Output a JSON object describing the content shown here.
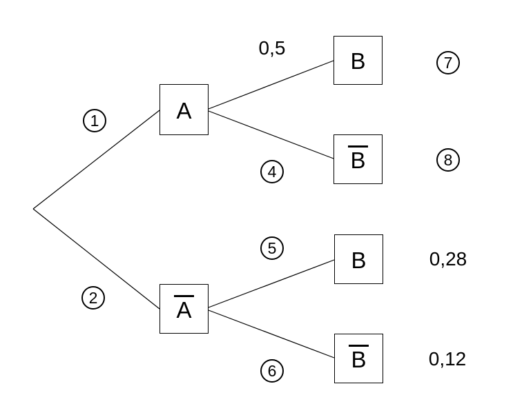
{
  "diagram": {
    "kind": "probability-tree",
    "background_color": "#ffffff",
    "line_color": "#000000",
    "text_color": "#000000"
  },
  "tree": {
    "level1": [
      {
        "label": "A",
        "bar": false,
        "branch_label": "1",
        "branch_label_circled": true
      },
      {
        "label": "A",
        "bar": true,
        "branch_label": "2",
        "branch_label_circled": true
      }
    ],
    "level2": [
      {
        "parent": "A",
        "label": "B",
        "bar": false,
        "branch_label": "0,5",
        "branch_label_circled": false,
        "outcome_label": "7",
        "outcome_label_circled": true
      },
      {
        "parent": "A",
        "label": "B",
        "bar": true,
        "branch_label": "4",
        "branch_label_circled": true,
        "outcome_label": "8",
        "outcome_label_circled": true
      },
      {
        "parent": "Abar",
        "label": "B",
        "bar": false,
        "branch_label": "5",
        "branch_label_circled": true,
        "outcome_label": "0,28",
        "outcome_label_circled": false
      },
      {
        "parent": "Abar",
        "label": "B",
        "bar": true,
        "branch_label": "6",
        "branch_label_circled": true,
        "outcome_label": "0,12",
        "outcome_label_circled": false
      }
    ]
  }
}
